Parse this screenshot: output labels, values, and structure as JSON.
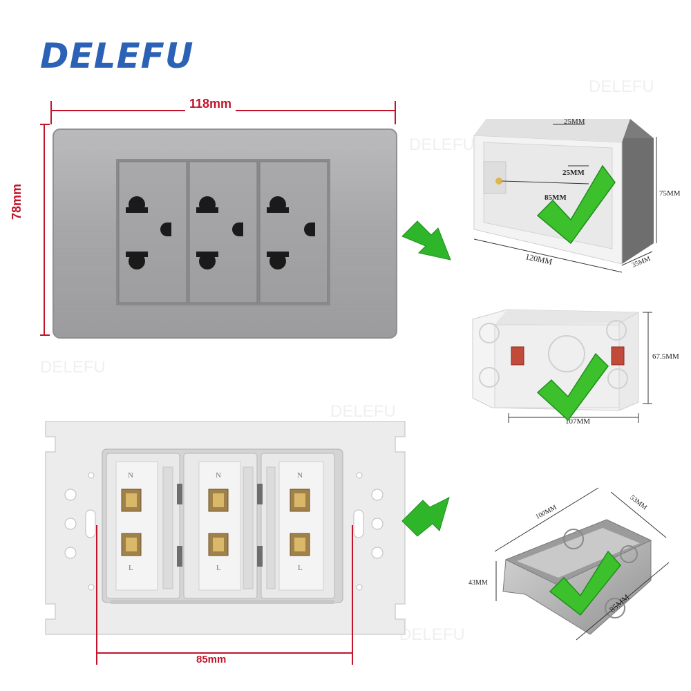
{
  "brand": {
    "logo_text": "DELEFU"
  },
  "watermark_text": "DELEFU",
  "front_panel": {
    "width_label": "118mm",
    "height_label": "78mm",
    "outlet_count": 3
  },
  "back_panel": {
    "mount_spacing_label": "85mm",
    "terminal_top_label": "N",
    "terminal_bottom_label": "L",
    "module_count": 3
  },
  "box_plastic_1": {
    "top_width_label": "25MM",
    "inner_width_label": "25MM",
    "inner_length_label": "85MM",
    "height_label": "75MM",
    "length_label": "120MM",
    "depth_label": "35MM"
  },
  "box_plastic_2": {
    "height_label": "67.5MM",
    "length_label": "107MM"
  },
  "box_metal": {
    "length_label": "100MM",
    "width_label": "53MM",
    "height_label": "43MM",
    "depth_label": "85MM"
  },
  "colors": {
    "brand": "#2c62b6",
    "dimension_red": "#c2142a",
    "check_green": "#3cc12c",
    "arrow_green": "#2fb52a",
    "panel_silver": "#a8a8aa"
  },
  "icons": [
    "check-icon",
    "arrow-right-down-icon"
  ]
}
